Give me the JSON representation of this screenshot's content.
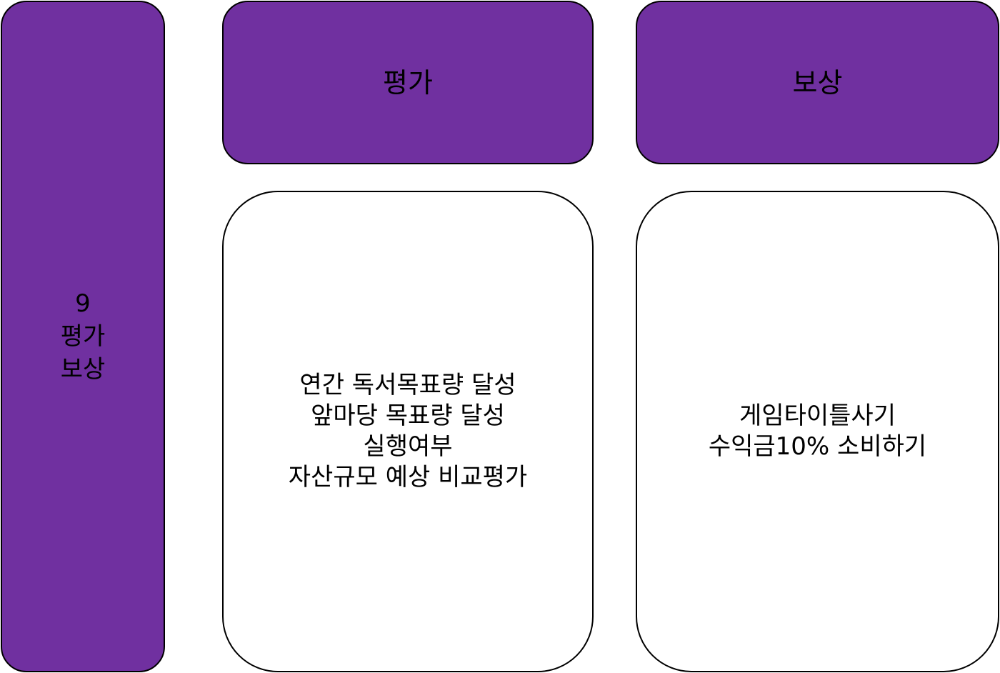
{
  "colors": {
    "header_fill": "#7030a0",
    "content_fill": "#ffffff",
    "outline": "#000000"
  },
  "side_panel": {
    "lines": [
      "9",
      "평가",
      "보상"
    ]
  },
  "evaluation": {
    "header": "평가",
    "items": [
      "연간 독서목표량 달성",
      "앞마당 목표량 달성",
      "실행여부",
      "자산규모 예상 비교평가"
    ]
  },
  "reward": {
    "header": "보상",
    "items": [
      "게임타이틀사기",
      "수익금10% 소비하기"
    ]
  }
}
